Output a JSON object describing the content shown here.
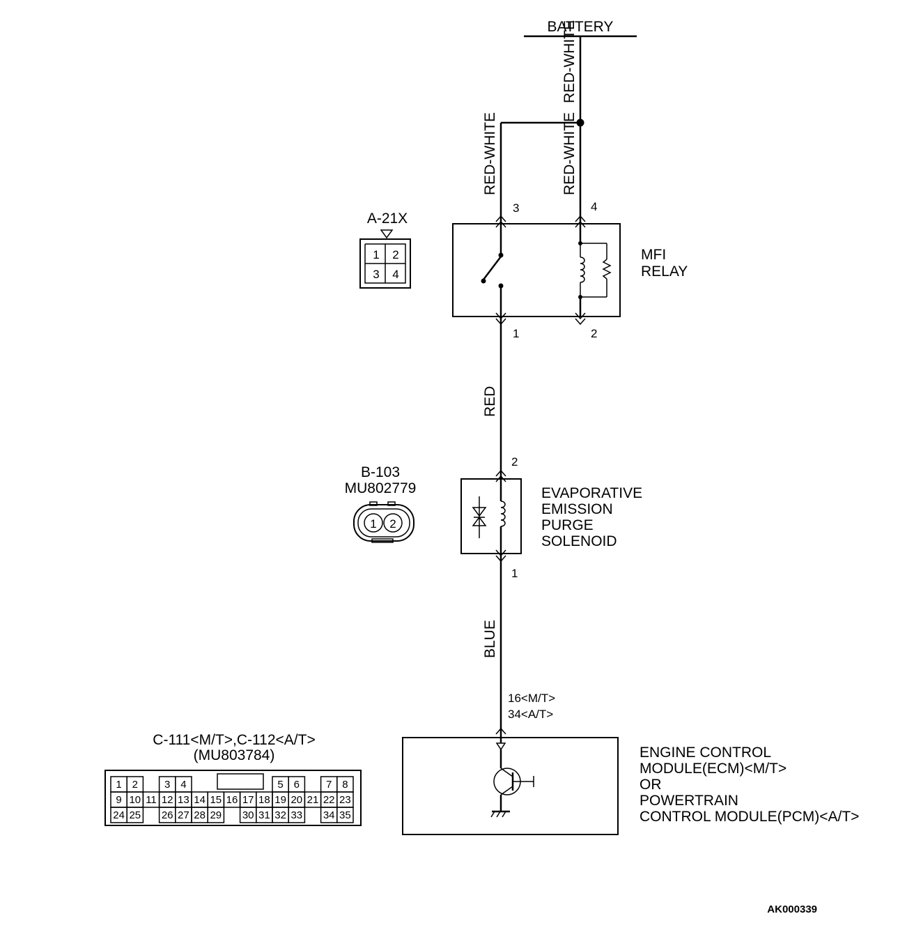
{
  "battery": {
    "label": "BATTERY"
  },
  "wires": {
    "battery_feed": "RED-WHITE",
    "relay_pin3": "RED-WHITE",
    "relay_pin4": "RED-WHITE",
    "relay_to_solenoid": "RED",
    "solenoid_to_ecm": "BLUE"
  },
  "relay": {
    "name_line1": "MFI",
    "name_line2": "RELAY",
    "pins": {
      "p3": "3",
      "p4": "4",
      "p1": "1",
      "p2": "2"
    },
    "connector_id": "A-21X",
    "connector_cells": [
      "1",
      "2",
      "3",
      "4"
    ]
  },
  "solenoid": {
    "name_lines": [
      "EVAPORATIVE",
      "EMISSION",
      "PURGE",
      "SOLENOID"
    ],
    "pins": {
      "top": "2",
      "bottom": "1"
    },
    "connector_id": "B-103",
    "part_no": "MU802779",
    "connector_cells": [
      "1",
      "2"
    ]
  },
  "ecm": {
    "pin_mt": "16<M/T>",
    "pin_at": "34<A/T>",
    "name_lines": [
      "ENGINE CONTROL",
      "MODULE(ECM)<M/T>",
      "OR",
      "POWERTRAIN",
      "CONTROL MODULE(PCM)<A/T>"
    ],
    "connector_id": "C-111<M/T>,C-112<A/T>",
    "part_no": "(MU803784)",
    "connector_rows": [
      [
        "1",
        "2",
        "",
        "3",
        "4",
        "",
        "",
        "",
        "",
        "",
        "5",
        "6",
        "",
        "7",
        "8"
      ],
      [
        "9",
        "10",
        "11",
        "12",
        "13",
        "14",
        "15",
        "16",
        "17",
        "18",
        "19",
        "20",
        "21",
        "22",
        "23"
      ],
      [
        "24",
        "25",
        "",
        "26",
        "27",
        "28",
        "29",
        "",
        "30",
        "31",
        "32",
        "33",
        "",
        "34",
        "35"
      ]
    ]
  },
  "figure_id": "AK000339"
}
